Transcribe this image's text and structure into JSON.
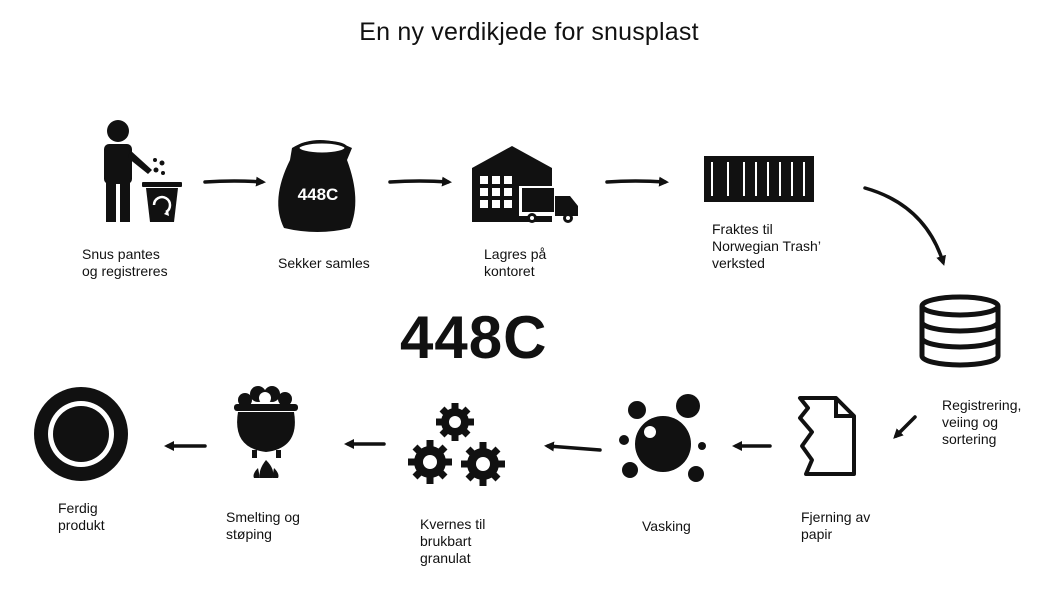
{
  "title": "En ny verdikjede for snusplast",
  "logo_text": "448C",
  "sack_text": "448C",
  "steps": [
    {
      "id": "pant",
      "label": "Snus pantes\nog registreres",
      "icon": "person-recycling-icon"
    },
    {
      "id": "sekker",
      "label": "Sekker samles",
      "icon": "sack-icon"
    },
    {
      "id": "lagres",
      "label": "Lagres på\nkontoret",
      "icon": "warehouse-truck-icon"
    },
    {
      "id": "fraktes",
      "label": "Fraktes til\nNorwegian Trash’\nverksted",
      "icon": "shipping-container-icon"
    },
    {
      "id": "registrering",
      "label": "Registrering,\nveiing og\nsortering",
      "icon": "database-stack-icon"
    },
    {
      "id": "fjerning",
      "label": "Fjerning av\npapir",
      "icon": "torn-paper-icon"
    },
    {
      "id": "vasking",
      "label": "Vasking",
      "icon": "bubbles-icon"
    },
    {
      "id": "kvernes",
      "label": "Kvernes til\nbrukbart\ngranulat",
      "icon": "gears-icon"
    },
    {
      "id": "smelting",
      "label": "Smelting og\nstøping",
      "icon": "cauldron-fire-icon"
    },
    {
      "id": "ferdig",
      "label": "Ferdig\nprodukt",
      "icon": "plate-icon"
    }
  ]
}
